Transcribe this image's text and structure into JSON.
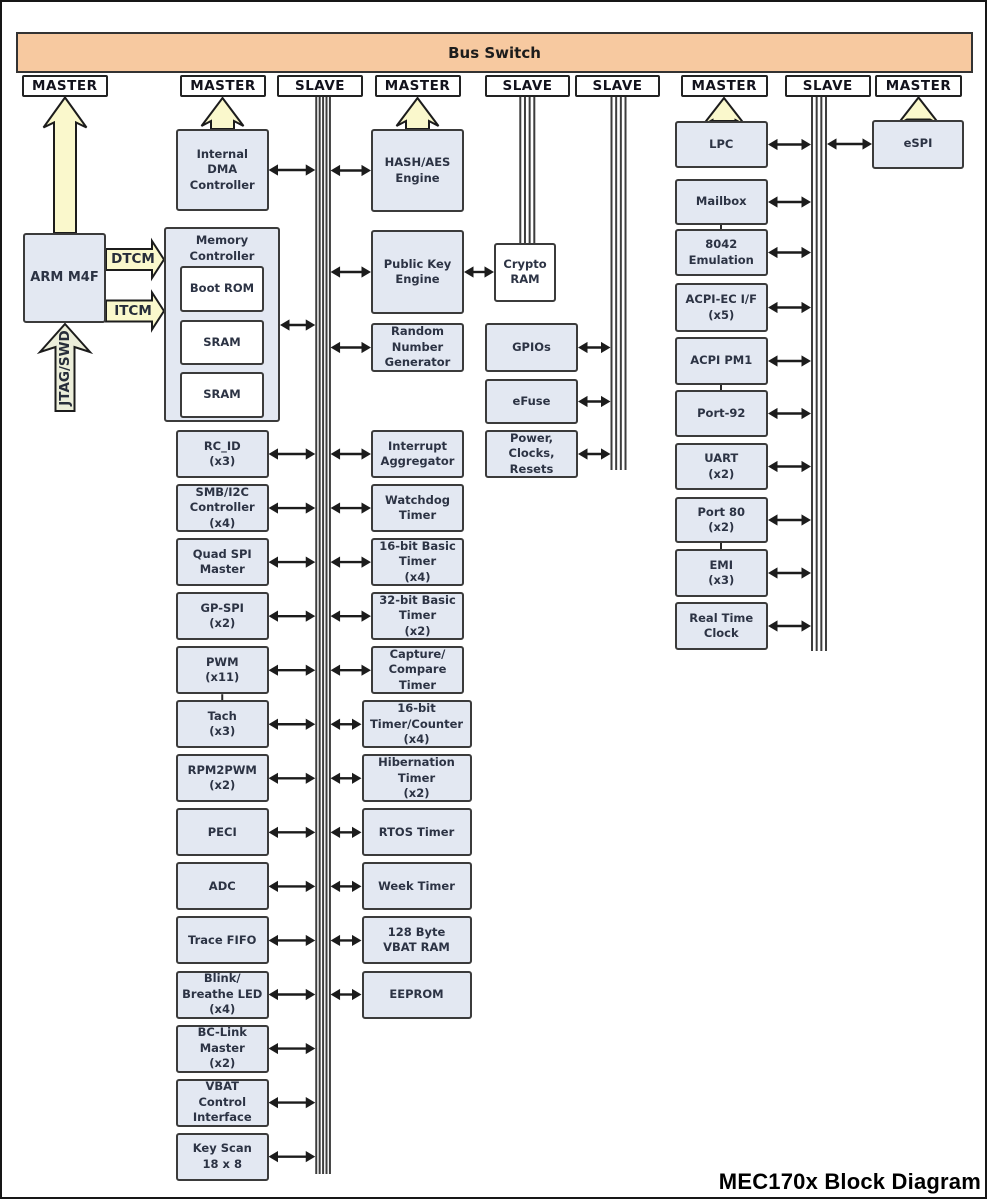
{
  "page": {
    "title": "MEC170x Block Diagram"
  },
  "bus_switch": {
    "label": "Bus Switch"
  },
  "ports": [
    {
      "label": "MASTER"
    },
    {
      "label": "MASTER"
    },
    {
      "label": "SLAVE"
    },
    {
      "label": "MASTER"
    },
    {
      "label": "SLAVE"
    },
    {
      "label": "SLAVE"
    },
    {
      "label": "MASTER"
    },
    {
      "label": "SLAVE"
    },
    {
      "label": "MASTER"
    }
  ],
  "cpu": {
    "label": "ARM M4F",
    "jtag_label": "JTAG/SWD",
    "dtcm_label": "DTCM",
    "itcm_label": "ITCM"
  },
  "memory_controller": {
    "title": "Memory\nController",
    "banks": [
      {
        "label": "Boot ROM"
      },
      {
        "label": "SRAM"
      },
      {
        "label": "SRAM"
      }
    ]
  },
  "dma": {
    "label": "Internal\nDMA\nController"
  },
  "crypto": {
    "hash": {
      "label": "HASH/AES\nEngine"
    },
    "pke": {
      "label": "Public Key\nEngine"
    },
    "rng": {
      "label": "Random\nNumber\nGenerator"
    },
    "ram": {
      "label": "Crypto\nRAM"
    }
  },
  "peripherals": [
    {
      "label": "RC_ID\n(x3)"
    },
    {
      "label": "SMB/I2C\nController\n(x4)"
    },
    {
      "label": "Quad SPI\nMaster"
    },
    {
      "label": "GP-SPI\n(x2)"
    },
    {
      "label": "PWM\n(x11)"
    },
    {
      "label": "Tach\n(x3)"
    },
    {
      "label": "RPM2PWM\n(x2)"
    },
    {
      "label": "PECI"
    },
    {
      "label": "ADC"
    },
    {
      "label": "Trace FIFO"
    },
    {
      "label": "Blink/\nBreathe LED\n(x4)"
    },
    {
      "label": "BC-Link\nMaster\n(x2)"
    },
    {
      "label": "VBAT\nControl\nInterface"
    },
    {
      "label": "Key Scan\n18 x 8"
    }
  ],
  "timers": [
    {
      "label": "Interrupt\nAggregator"
    },
    {
      "label": "Watchdog\nTimer"
    },
    {
      "label": "16-bit Basic\nTimer\n(x4)"
    },
    {
      "label": "32-bit Basic\nTimer\n(x2)"
    },
    {
      "label": "Capture/\nCompare\nTimer"
    },
    {
      "label": "16-bit\nTimer/Counter\n(x4)"
    },
    {
      "label": "Hibernation\nTimer\n(x2)"
    },
    {
      "label": "RTOS Timer"
    },
    {
      "label": "Week Timer"
    },
    {
      "label": "128 Byte\nVBAT RAM"
    },
    {
      "label": "EEPROM"
    }
  ],
  "system_blocks": [
    {
      "label": "GPIOs"
    },
    {
      "label": "eFuse"
    },
    {
      "label": "Power,\nClocks,\nResets"
    }
  ],
  "host_interfaces": [
    {
      "label": "LPC"
    },
    {
      "label": "Mailbox"
    },
    {
      "label": "8042\nEmulation"
    },
    {
      "label": "ACPI-EC I/F\n(x5)"
    },
    {
      "label": "ACPI PM1"
    },
    {
      "label": "Port-92"
    },
    {
      "label": "UART\n(x2)"
    },
    {
      "label": "Port 80\n(x2)"
    },
    {
      "label": "EMI\n(x3)"
    },
    {
      "label": "Real Time\nClock"
    }
  ],
  "espi": {
    "label": "eSPI"
  },
  "colors": {
    "bus_bar_fill": "#F7C9A0",
    "block_fill": "#E3E8F2",
    "arrow_fill": "#FAF8CC",
    "jtag_arrow_fill": "#ECEEDA",
    "line": "#1c1c1c"
  }
}
